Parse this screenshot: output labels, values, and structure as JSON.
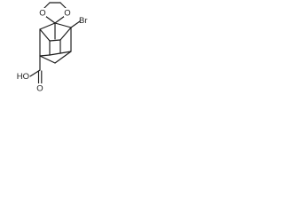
{
  "molecule": {
    "atoms": {
      "ring_oxygen_left": "O",
      "ring_oxygen_right": "O",
      "bromine": "Br",
      "carboxyl_group": "HO",
      "carbonyl_oxygen": "O"
    }
  },
  "colors": {
    "line": "#1a1a1a",
    "background": "#ffffff"
  }
}
